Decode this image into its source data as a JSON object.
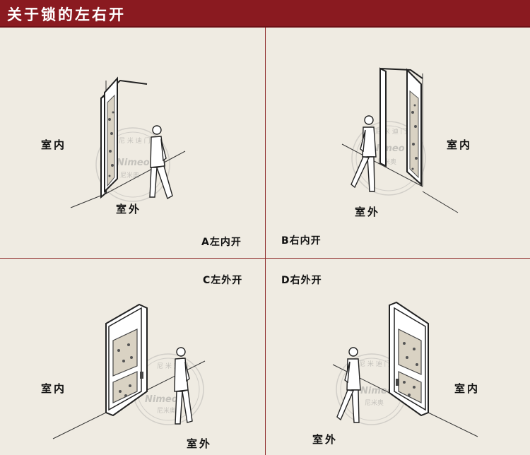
{
  "header": {
    "title": "关于锁的左右开",
    "background": "#8a1a20"
  },
  "watermark": {
    "brand": "Nimeo",
    "text_top": "尼 米 迪 门",
    "text_bottom": "尼米奥"
  },
  "panels": [
    {
      "id": "A",
      "indoor": "室内",
      "outdoor": "室外",
      "caption": "A左内开"
    },
    {
      "id": "B",
      "indoor": "室内",
      "outdoor": "室外",
      "caption": "B右内开"
    },
    {
      "id": "C",
      "indoor": "室内",
      "outdoor": "室外",
      "caption": "C左外开"
    },
    {
      "id": "D",
      "indoor": "室内",
      "outdoor": "室外",
      "caption": "D右外开"
    }
  ]
}
